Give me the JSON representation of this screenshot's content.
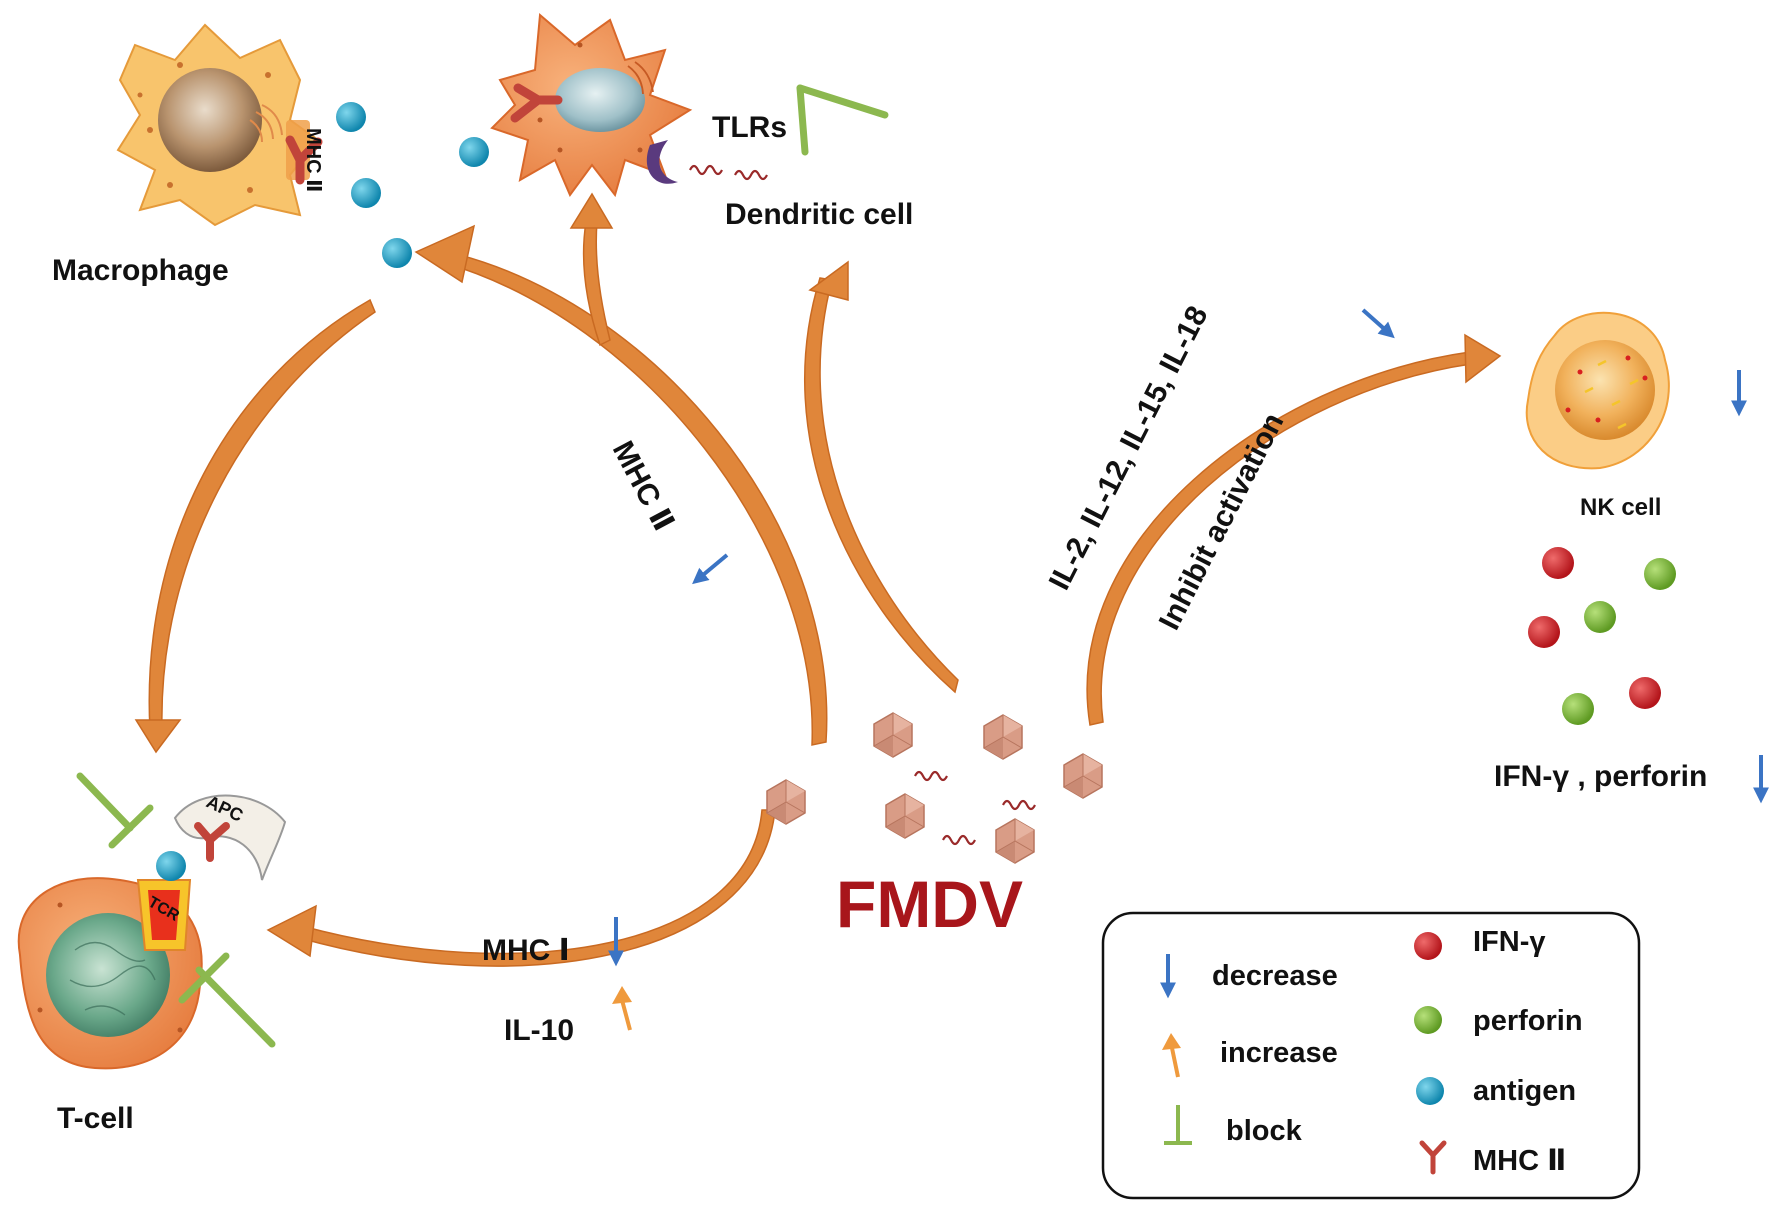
{
  "colors": {
    "flow_arrow": "#e0863a",
    "flow_arrow_edge": "#c96a22",
    "decrease_arrow": "#3b74c4",
    "increase_arrow": "#ef9a3d",
    "block_symbol": "#8cb84f",
    "ifn_gamma_dot": "#c41f24",
    "perforin_dot": "#7bb534",
    "antigen_dot": "#1b9fc4",
    "mhc_ii_marker": "#c1443a",
    "fmdv_text": "#a8161b",
    "virion": "#d99c86"
  },
  "labels": {
    "macrophage": "Macrophage",
    "macrophage_mhc": "MHC Ⅱ",
    "dendritic_cell": "Dendritic cell",
    "tlrs": "TLRs",
    "nk_cell": "NK cell",
    "t_cell": "T-cell",
    "apc": "APC",
    "tcr": "TCR",
    "fmdv": "FMDV",
    "mhc_ii_arrow": "MHC Ⅱ",
    "mhc_i": "MHC Ⅰ",
    "il10": "IL-10",
    "nk_cytokines": "IL-2, IL-12, IL-15, IL-18",
    "inhibit_activation": "Inhibit  activation",
    "ifn_perforin": "IFN-γ , perforin"
  },
  "legend": {
    "decrease": "decrease",
    "increase": "increase",
    "block": "block",
    "ifn_gamma": "IFN-γ",
    "perforin": "perforin",
    "antigen": "antigen",
    "mhc_ii": "MHC Ⅱ"
  }
}
